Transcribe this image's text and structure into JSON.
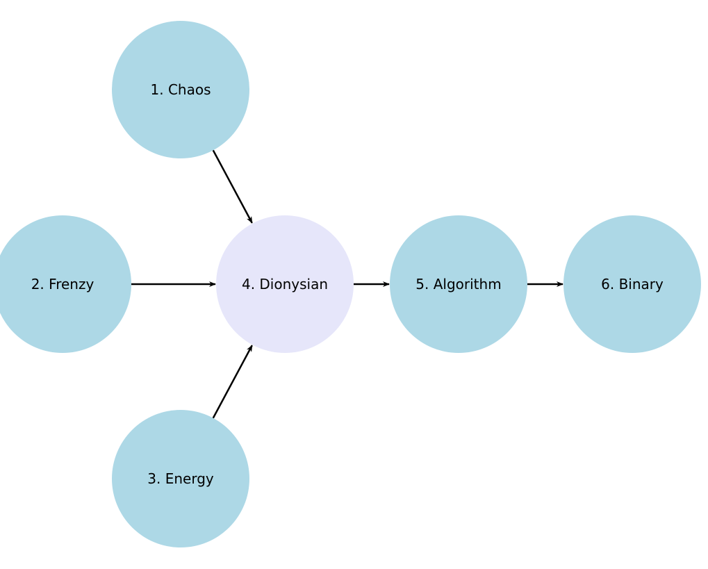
{
  "colors": {
    "node_default": "#add8e6",
    "node_highlight": "#e6e6fa",
    "edge": "#000000",
    "background": "#ffffff"
  },
  "nodes": [
    {
      "id": "chaos",
      "label": "1. Chaos",
      "fill": "node_default"
    },
    {
      "id": "frenzy",
      "label": "2. Frenzy",
      "fill": "node_default"
    },
    {
      "id": "energy",
      "label": "3. Energy",
      "fill": "node_default"
    },
    {
      "id": "dionysian",
      "label": "4. Dionysian",
      "fill": "node_highlight"
    },
    {
      "id": "algorithm",
      "label": "5. Algorithm",
      "fill": "node_default"
    },
    {
      "id": "binary",
      "label": "6. Binary",
      "fill": "node_default"
    }
  ],
  "edges": [
    {
      "from": "chaos",
      "to": "dionysian"
    },
    {
      "from": "frenzy",
      "to": "dionysian"
    },
    {
      "from": "energy",
      "to": "dionysian"
    },
    {
      "from": "dionysian",
      "to": "algorithm"
    },
    {
      "from": "algorithm",
      "to": "binary"
    }
  ]
}
